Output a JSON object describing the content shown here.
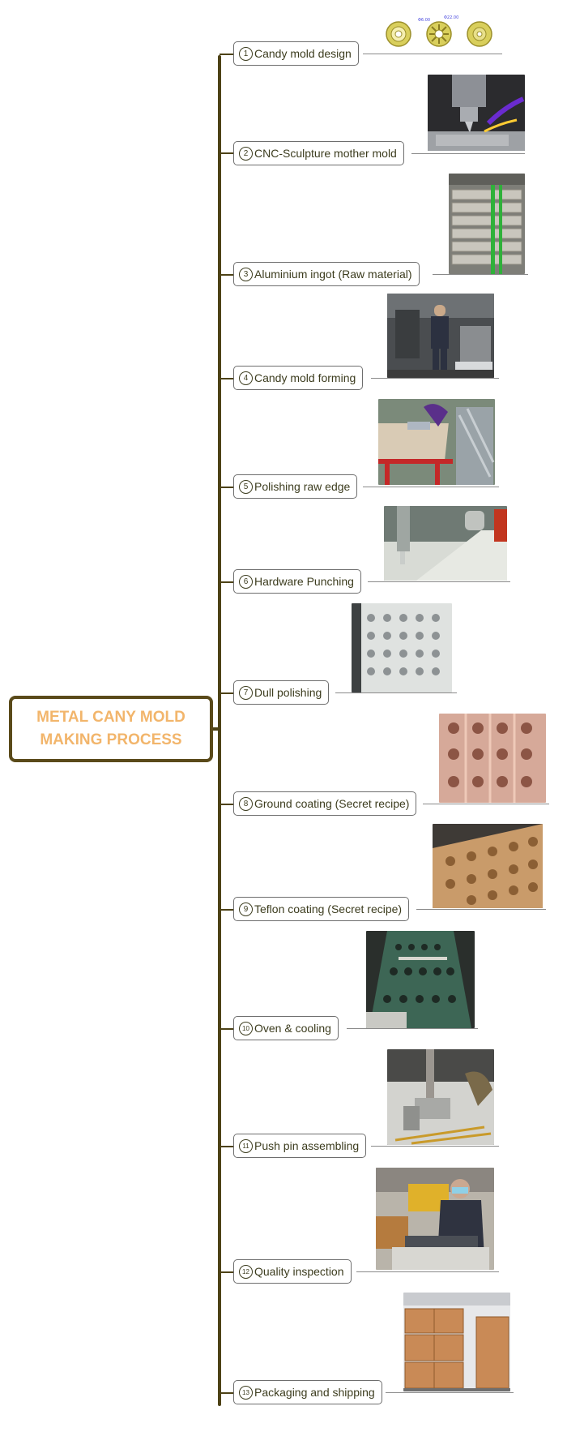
{
  "root": {
    "line1": "METAL CANY MOLD",
    "line2": "MAKING PROCESS"
  },
  "steps": [
    {
      "num": "1",
      "label": "Candy mold design",
      "photo": "candy-mold-design-drawing"
    },
    {
      "num": "2",
      "label": "CNC-Sculpture mother mold",
      "photo": "cnc-machine-photo"
    },
    {
      "num": "3",
      "label": "Aluminium ingot (Raw material)",
      "photo": "aluminium-ingot-stack-photo"
    },
    {
      "num": "4",
      "label": "Candy mold forming",
      "photo": "mold-forming-workshop-photo"
    },
    {
      "num": "5",
      "label": "Polishing raw edge",
      "photo": "edge-polishing-photo"
    },
    {
      "num": "6",
      "label": "Hardware Punching",
      "photo": "punching-machine-photo"
    },
    {
      "num": "7",
      "label": "Dull polishing",
      "photo": "polished-tray-photo"
    },
    {
      "num": "8",
      "label": "Ground coating (Secret recipe)",
      "photo": "ground-coated-molds-photo"
    },
    {
      "num": "9",
      "label": "Teflon coating (Secret recipe)",
      "photo": "teflon-coated-molds-photo"
    },
    {
      "num": "10",
      "label": "Oven & cooling",
      "photo": "oven-conveyor-photo"
    },
    {
      "num": "11",
      "label": "Push pin assembling",
      "photo": "push-pin-assembly-photo"
    },
    {
      "num": "12",
      "label": "Quality inspection",
      "photo": "quality-inspection-photo"
    },
    {
      "num": "13",
      "label": "Packaging and shipping",
      "photo": "wooden-crates-photo"
    }
  ],
  "design_dims": {
    "a": "Φ6.00",
    "b": "Φ22.00"
  },
  "colors": {
    "trunk": "#4d4216",
    "root_text": "#f2b56b",
    "node_text": "#3c3c1e"
  }
}
